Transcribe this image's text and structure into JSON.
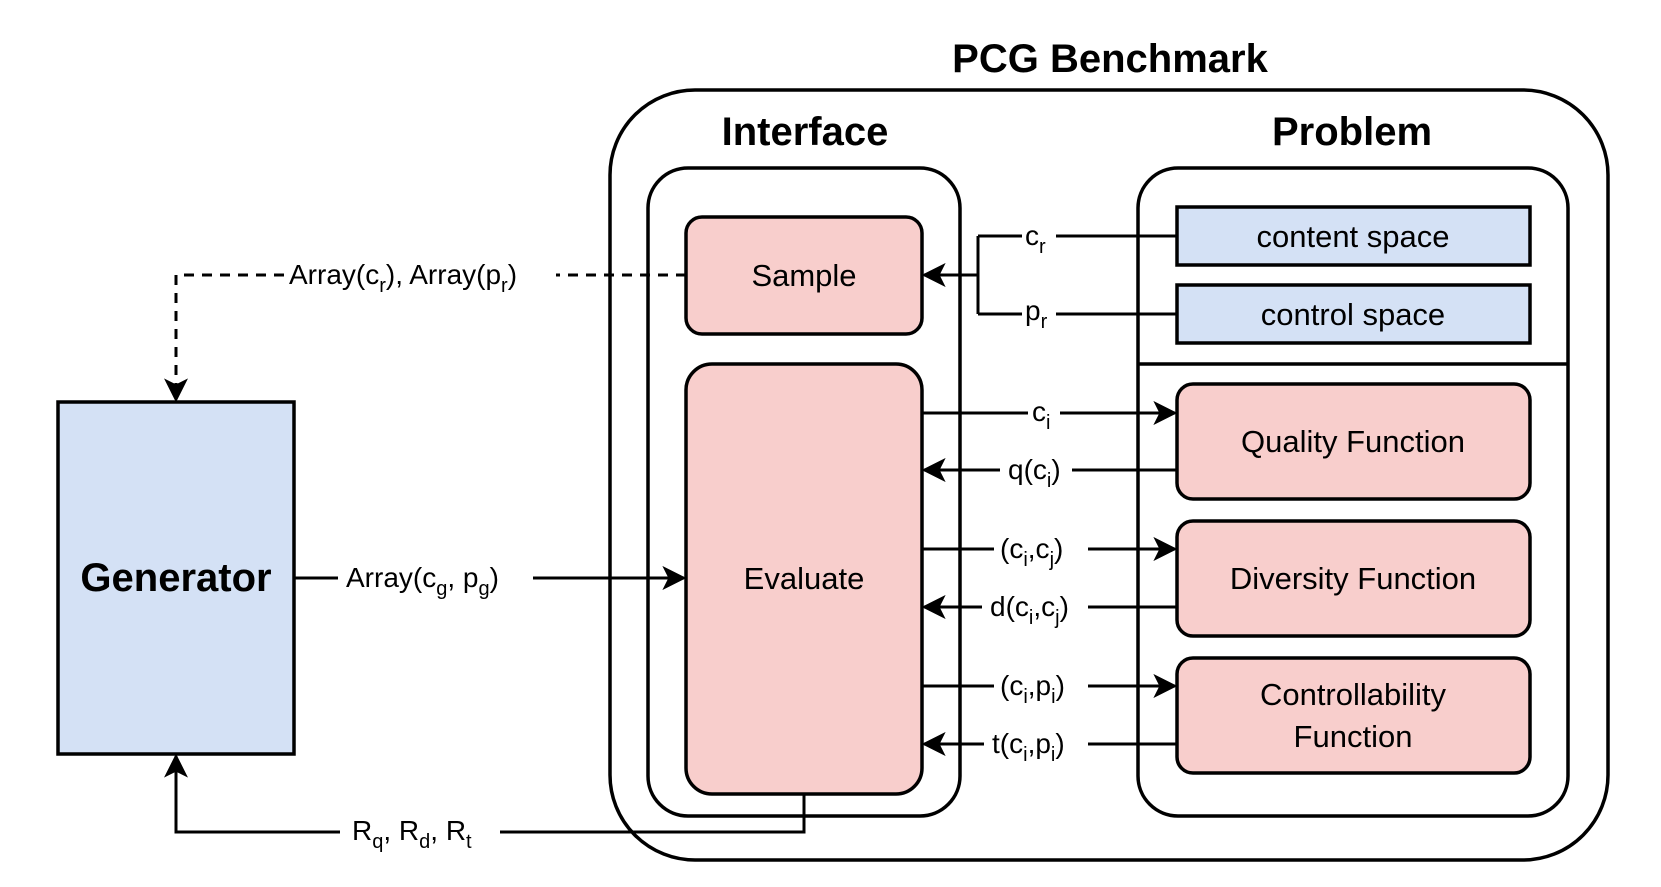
{
  "title": "PCG Benchmark",
  "sections": {
    "interface": "Interface",
    "problem": "Problem"
  },
  "nodes": {
    "generator": "Generator",
    "sample": "Sample",
    "evaluate": "Evaluate",
    "content_space": "content space",
    "control_space": "control space",
    "quality": "Quality Function",
    "diversity": "Diversity Function",
    "controllability_line1": "Controllability",
    "controllability_line2": "Function"
  },
  "edges": {
    "cr": {
      "base": "c",
      "sub": "r"
    },
    "pr": {
      "base": "p",
      "sub": "r"
    },
    "sample_out": {
      "p1": "Array(c",
      "s1": "r",
      "p2": "), Array(p",
      "s2": "r",
      "p3": ")"
    },
    "gen_out": {
      "p1": "Array(c",
      "s1": "g",
      "p2": ", p",
      "s2": "g",
      "p3": ")"
    },
    "ci": {
      "p1": "c",
      "s1": "i"
    },
    "qci": {
      "p1": "q(c",
      "s1": "i",
      "p2": ")"
    },
    "cicj": {
      "p1": "(c",
      "s1": "i",
      "p2": ",c",
      "s2": "j",
      "p3": ")"
    },
    "dcicj": {
      "p1": "d(c",
      "s1": "i",
      "p2": ",c",
      "s2": "j",
      "p3": ")"
    },
    "cipi": {
      "p1": "(c",
      "s1": "i",
      "p2": ",p",
      "s2": "i",
      "p3": ")"
    },
    "tcipi": {
      "p1": "t(c",
      "s1": "i",
      "p2": ",p",
      "s2": "i",
      "p3": ")"
    },
    "rewards": {
      "p1": "R",
      "s1": "q",
      "p2": ", R",
      "s2": "d",
      "p3": ", R",
      "s3": "t"
    }
  }
}
